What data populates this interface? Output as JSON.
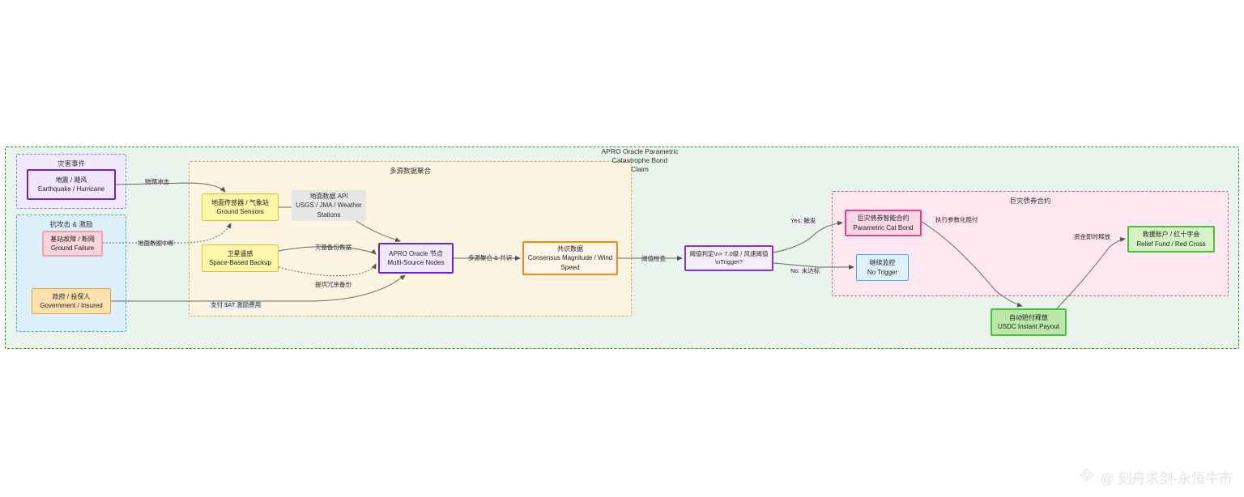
{
  "diagram": {
    "title_line1": "APRO Oracle Parametric",
    "title_line2": "Catastrophe Bond",
    "title_line3": "Claim"
  },
  "subgraphs": {
    "disaster": "灾害事件",
    "attack": "抗攻击 & 激励",
    "aggregation": "多源数据聚合",
    "bond": "巨灾债券合约"
  },
  "nodes": {
    "earthquake": {
      "cn": "地震 / 飓风",
      "en": "Earthquake / Hurricane"
    },
    "ground_fail": {
      "cn": "基站故障 / 断网",
      "en": "Ground Failure"
    },
    "government": {
      "cn": "政府 / 投保人",
      "en": "Government / Insured"
    },
    "sensors": {
      "cn": "地面传感器 / 气象站",
      "en": "Ground Sensors"
    },
    "satellite": {
      "cn": "卫星遥感",
      "en": "Space-Based Backup"
    },
    "api": {
      "cn": "地面数据 API",
      "en": "USGS / JMA / Weather Stations"
    },
    "oracle": {
      "cn": "APRO Oracle 节点",
      "en": "Multi-Source Nodes"
    },
    "consensus": {
      "cn": "共识数据",
      "en": "Consensus Magnitude / Wind Speed"
    },
    "decision": {
      "cn": "阈值判定\\n> 7.0级 / 风速阈值\\nTrigger?",
      "en": ""
    },
    "cat_bond": {
      "cn": "巨灾债券智能合约",
      "en": "Parametric Cat Bond"
    },
    "no_trigger": {
      "cn": "继续监控",
      "en": "No Trigger"
    },
    "payout": {
      "cn": "自动赔付释放",
      "en": "USDC Instant Payout"
    },
    "relief": {
      "cn": "救援账户 / 红十字会",
      "en": "Relief Fund / Red Cross"
    }
  },
  "edges": {
    "physical_impact": "物理冲击",
    "ground_outage": "地面数据中断",
    "pay_sat": "支付 $AT 激励费用",
    "space_backup": "天基备份数据",
    "redundancy": "提供冗余备份",
    "multi_consensus": "多源聚合 & 共识",
    "threshold_check": "阈值检查",
    "yes_trigger": "Yes: 触发",
    "no_trigger": "No: 未达标",
    "execute_payout": "执行参数化赔付",
    "funds_release": "资金即时释放"
  },
  "watermark": {
    "handle": "@ 刻舟求剑-永恒牛市"
  },
  "colors": {
    "outer_border": "#26a300",
    "outer_bg": "#e9f5ec",
    "disaster": "#8b7fd4",
    "attack": "#3da5e8",
    "aggregation": "#e0a63a",
    "bond": "#e8548f",
    "oracle_accent": "#6b22d6",
    "consensus_accent": "#f08a1d",
    "cat_bond_accent": "#ec3d8c",
    "payout_accent": "#46c23b"
  }
}
